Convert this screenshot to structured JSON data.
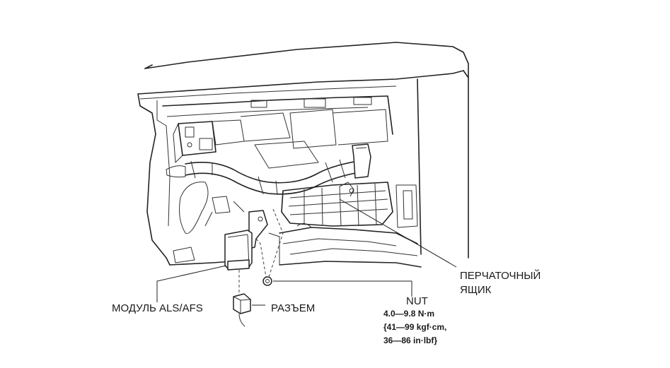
{
  "labels": {
    "module": "МОДУЛЬ ALS/AFS",
    "connector": "РАЗЪЕМ",
    "glovebox_line1": "ПЕРЧАТОЧНЫЙ",
    "glovebox_line2": "ЯЩИК",
    "nut": "NUT"
  },
  "torque": {
    "line1": "4.0—9.8 N·m",
    "line2": "{41—99 kgf·cm,",
    "line3": "36—86 in·lbf}"
  },
  "colors": {
    "line": "#222222",
    "background": "#ffffff"
  }
}
